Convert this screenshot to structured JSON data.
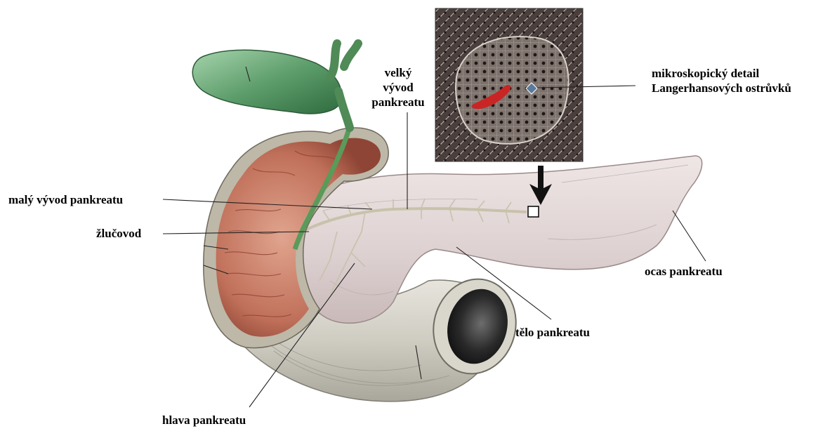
{
  "labels": {
    "velky_vyvod": "velký\nvývod\npankreatu",
    "mikroskopicky_detail": "mikroskopický detail\nLangerhansových ostrůvků",
    "maly_vyvod": "malý vývod pankreatu",
    "zlucovod": "žlučovod",
    "ocas": "ocas pankreatu",
    "telo": "tělo pankreatu",
    "hlava": "hlava pankreatu"
  },
  "colors": {
    "gallbladder": "#5e9e6c",
    "duodenum_mucosa": "#c0705a",
    "pancreas": "#e3d6d6",
    "intestine": "#d5d3c9",
    "islet_bg": "#4a3f3c",
    "vessel": "#c92525"
  }
}
